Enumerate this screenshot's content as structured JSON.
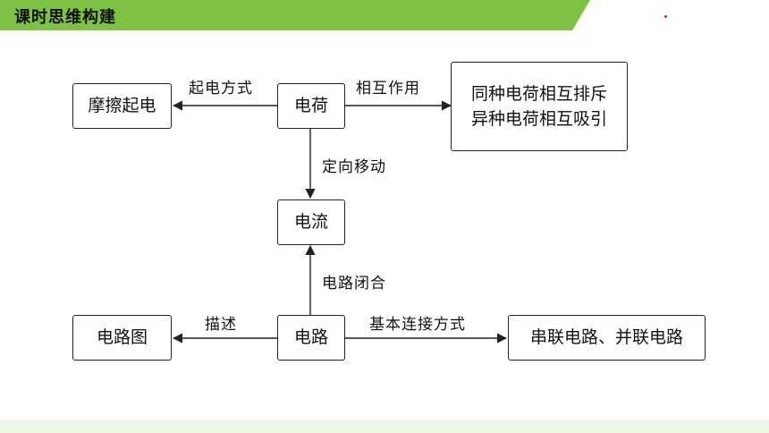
{
  "header": {
    "title": "课时思维构建",
    "band_color": "#7dc242"
  },
  "nodes": {
    "charge": "电荷",
    "friction": "摩擦起电",
    "interaction": [
      "同种电荷相互排斥",
      "异种电荷相互吸引"
    ],
    "current": "电流",
    "circuit": "电路",
    "circuit_diagram": "电路图",
    "connections": "串联电路、并联电路"
  },
  "edges": {
    "charge_to_friction": "起电方式",
    "charge_to_interaction": "相互作用",
    "charge_to_current": "定向移动",
    "circuit_to_current": "电路闭合",
    "circuit_to_diagram": "描述",
    "circuit_to_connections": "基本连接方式"
  }
}
